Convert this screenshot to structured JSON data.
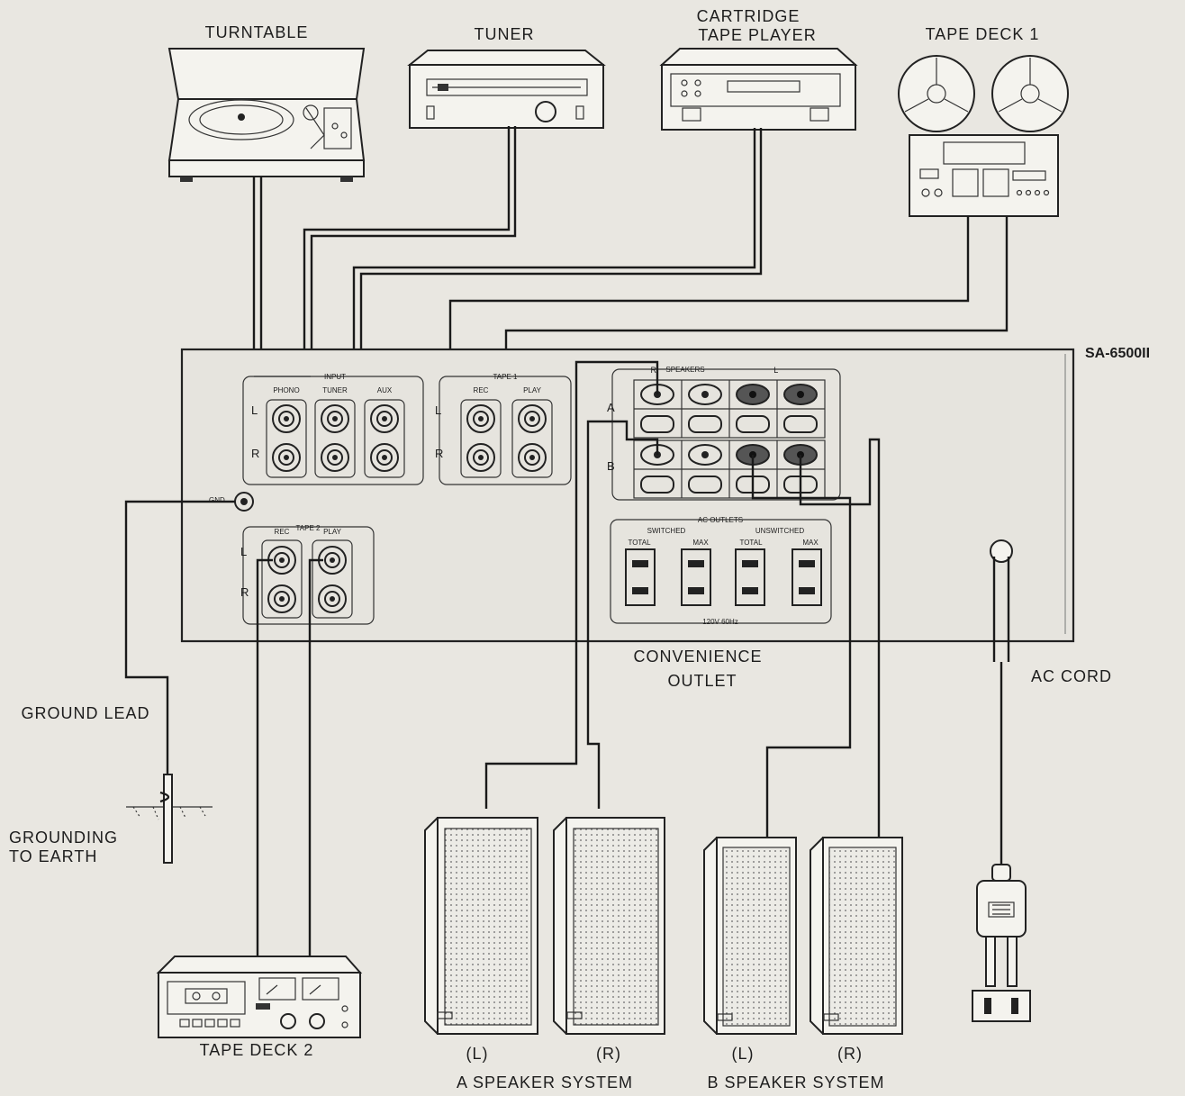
{
  "labels": {
    "turntable": "TURNTABLE",
    "tuner": "TUNER",
    "cartridge_line1": "CARTRIDGE",
    "cartridge_line2": "TAPE PLAYER",
    "tape_deck_1": "TAPE DECK 1",
    "model": "SA-6500II",
    "convenience_line1": "CONVENIENCE",
    "convenience_line2": "OUTLET",
    "ac_cord": "AC CORD",
    "ground_lead": "GROUND  LEAD",
    "grounding_line1": "GROUNDING",
    "grounding_line2": "TO EARTH",
    "tape_deck_2": "TAPE DECK 2",
    "a_left": "(L)",
    "a_right": "(R)",
    "b_left": "(L)",
    "b_right": "(R)",
    "a_speaker_system": "A SPEAKER SYSTEM",
    "b_speaker_system": "B SPEAKER SYSTEM"
  },
  "panel": {
    "input": "INPUT",
    "phono": "PHONO",
    "tuner": "TUNER",
    "aux": "AUX",
    "tape1": "TAPE 1",
    "rec": "REC",
    "play": "PLAY",
    "tape2": "TAPE 2",
    "l": "L",
    "r": "R",
    "gnd": "GND",
    "speakers": "SPEAKERS",
    "spk_r": "R",
    "spk_l": "L",
    "spk_a": "A",
    "spk_b": "B",
    "ac_outlets": "AC OUTLETS",
    "switched": "SWITCHED",
    "unswitched": "UNSWITCHED",
    "total": "TOTAL",
    "max": "MAX",
    "voltage": "120V 60Hz"
  }
}
